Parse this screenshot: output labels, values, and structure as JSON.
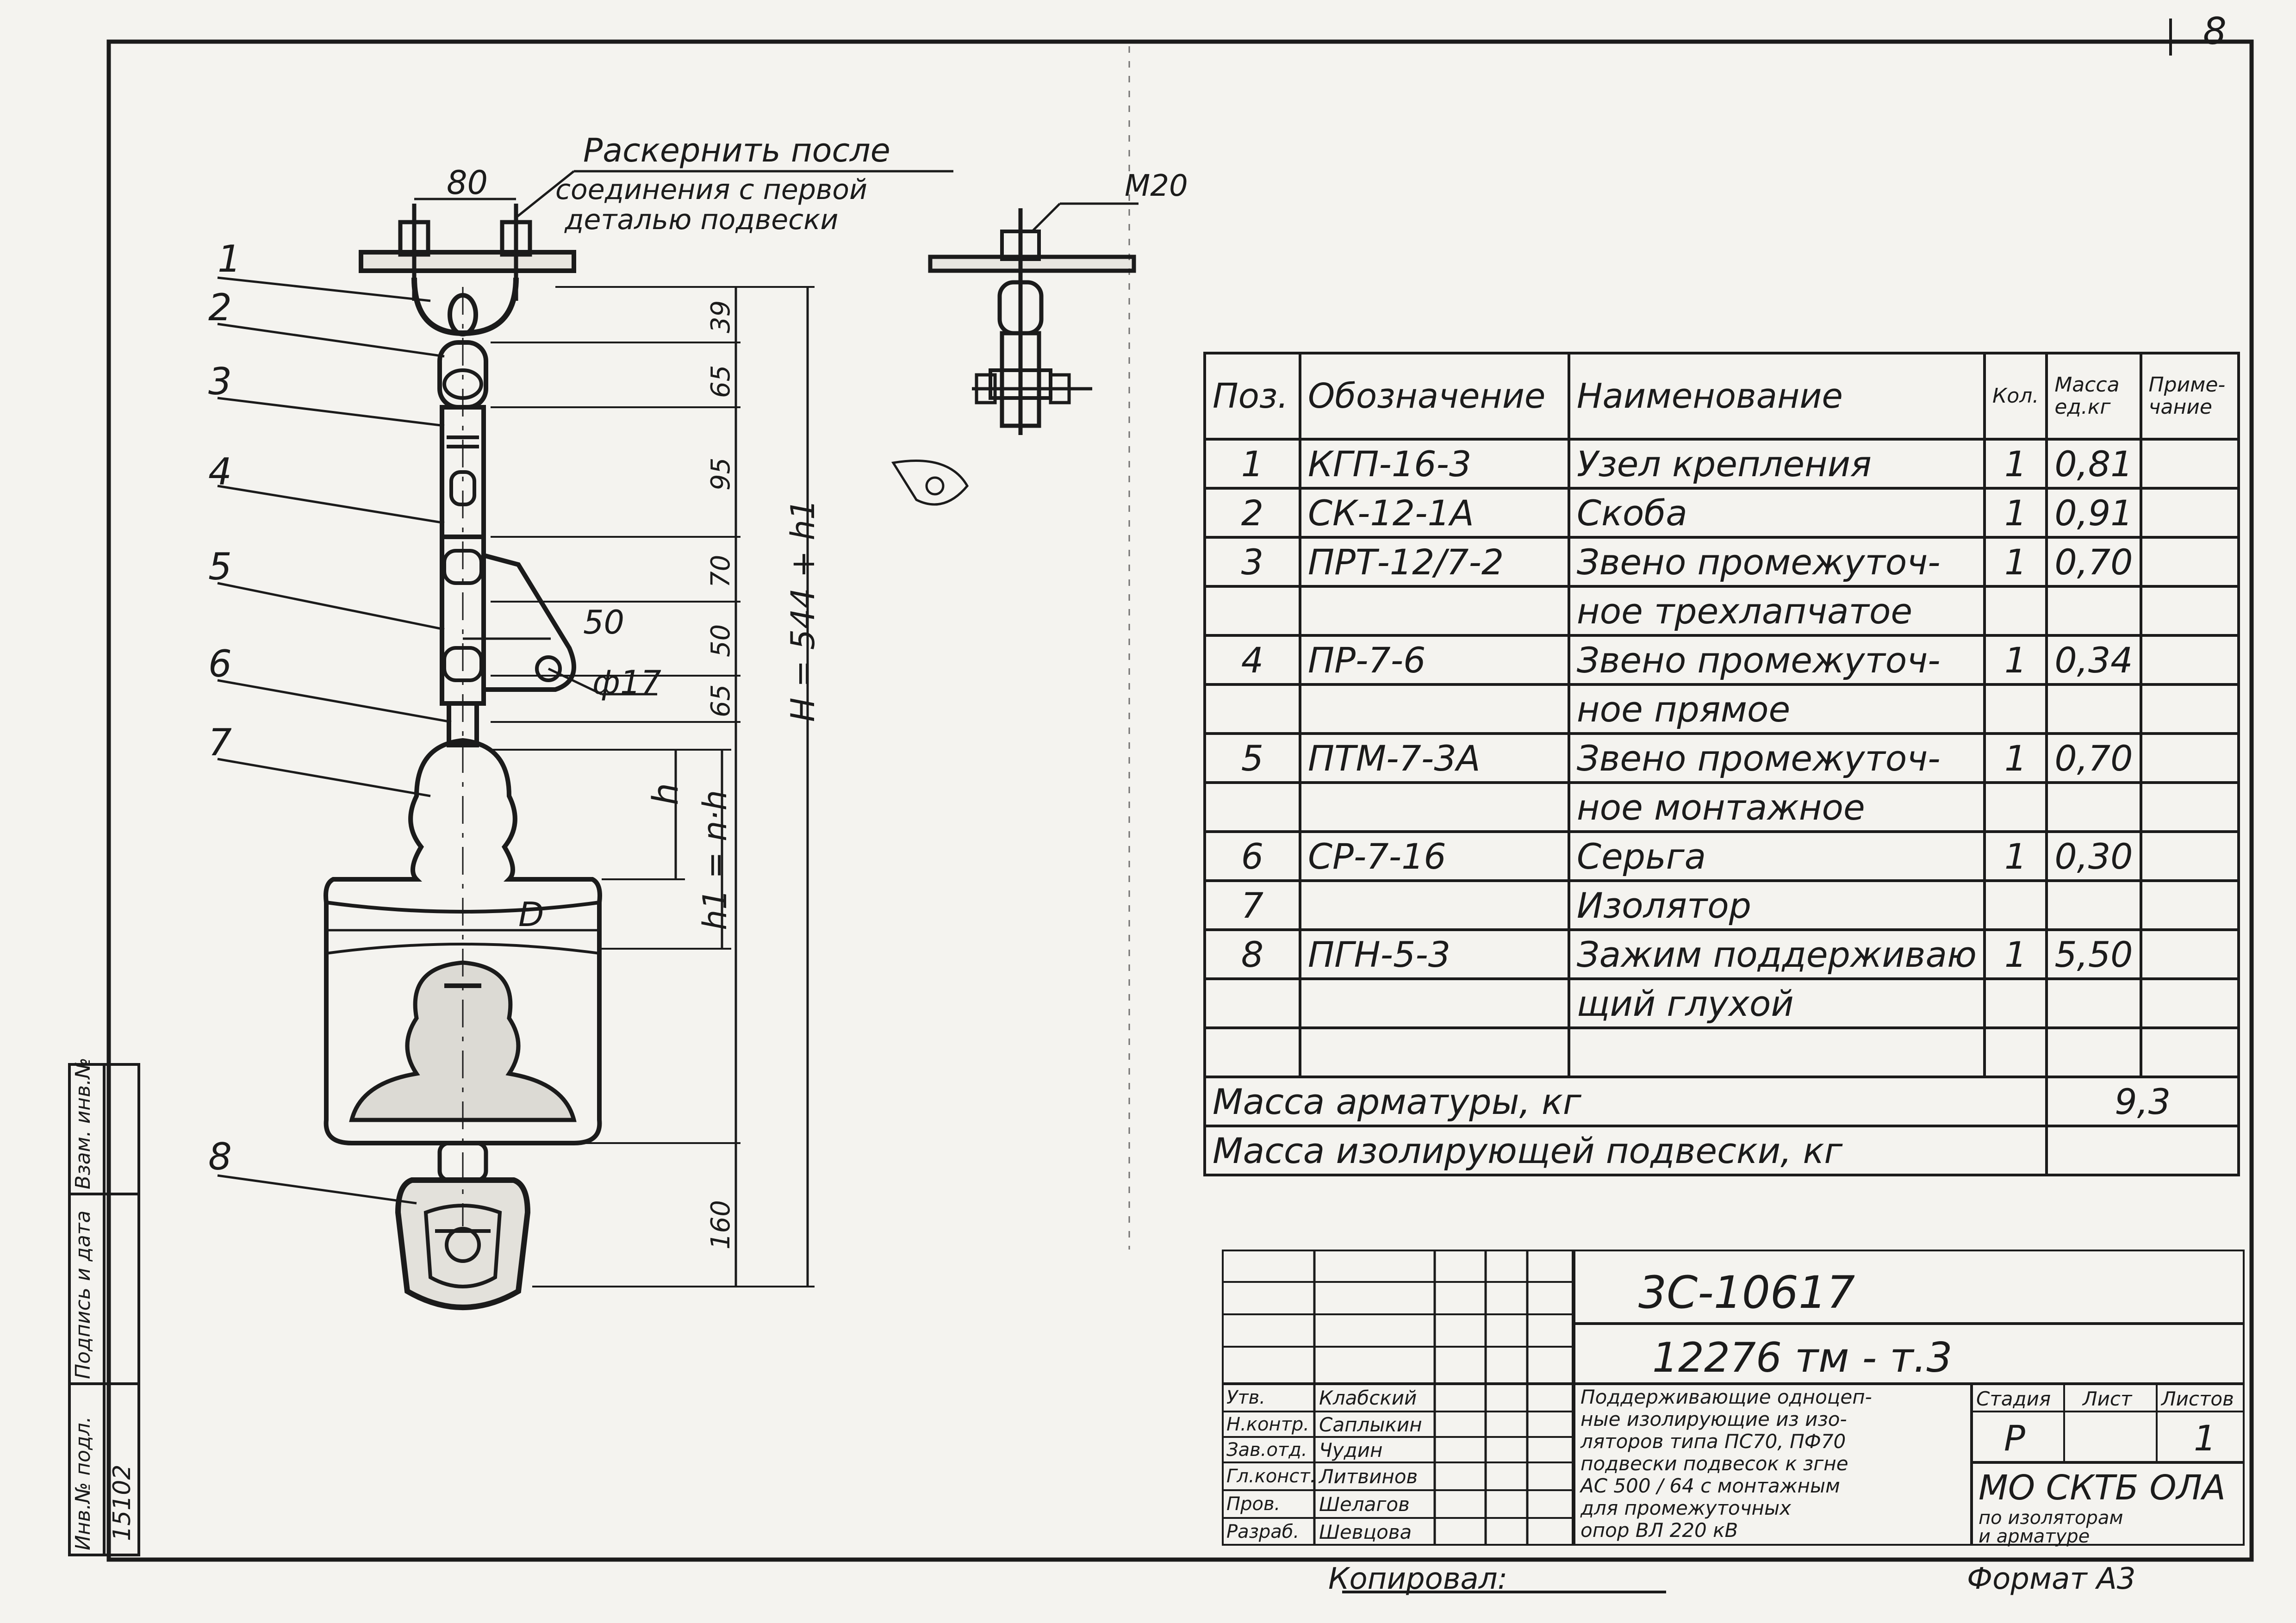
{
  "page_number": "8",
  "drawing": {
    "note": [
      "Раскернить после",
      "соединения с первой",
      "деталью подвески"
    ],
    "dimensions": {
      "top_width": "80",
      "bolt_size": "М20",
      "side_offset": "50",
      "hole_diameter": "ф17",
      "d_label": "D",
      "h_label": "h",
      "h1_label": "h1 = n·h",
      "total_height": "H = 544 + h1",
      "segments": [
        "39",
        "65",
        "95",
        "70",
        "50",
        "65",
        "160"
      ]
    },
    "position_labels": [
      "1",
      "2",
      "3",
      "4",
      "5",
      "6",
      "7",
      "8"
    ]
  },
  "spec_table": {
    "headers": [
      "Поз.",
      "Обозначение",
      "Наименование",
      "Кол.",
      "Масса ед.кг",
      "Приме-чание"
    ],
    "rows": [
      [
        "1",
        "КГП-16-3",
        "Узел крепления",
        "1",
        "0,81",
        ""
      ],
      [
        "2",
        "СК-12-1А",
        "Скоба",
        "1",
        "0,91",
        ""
      ],
      [
        "3",
        "ПРТ-12/7-2",
        "Звено промежуточ-",
        "1",
        "0,70",
        ""
      ],
      [
        "",
        "",
        "ное трехлапчатое",
        "",
        "",
        ""
      ],
      [
        "4",
        "ПР-7-6",
        "Звено промежуточ-",
        "1",
        "0,34",
        ""
      ],
      [
        "",
        "",
        "ное прямое",
        "",
        "",
        ""
      ],
      [
        "5",
        "ПТМ-7-3А",
        "Звено промежуточ-",
        "1",
        "0,70",
        ""
      ],
      [
        "",
        "",
        "ное монтажное",
        "",
        "",
        ""
      ],
      [
        "6",
        "СР-7-16",
        "Серьга",
        "1",
        "0,30",
        ""
      ],
      [
        "7",
        "",
        "Изолятор",
        "",
        "",
        ""
      ],
      [
        "8",
        "ПГН-5-3",
        "Зажим поддерживаю",
        "1",
        "5,50",
        ""
      ],
      [
        "",
        "",
        "щий глухой",
        "",
        "",
        ""
      ],
      [
        "",
        "",
        "",
        "",
        "",
        ""
      ]
    ],
    "mass_fittings_label": "Масса арматуры, кг",
    "mass_fittings_value": "9,3",
    "mass_insulating_label": "Масса изолирующей подвески, кг",
    "mass_insulating_value": ""
  },
  "title_block": {
    "doc_number": "3С-10617",
    "project_code": "12276 тм - т.3",
    "roles": [
      "Утв.",
      "Н.контр.",
      "Зав.отд.",
      "Гл.конст.",
      "Пров.",
      "Разраб."
    ],
    "names": [
      "Клабский",
      "Саплыкин",
      "Чудин",
      "Литвинов",
      "Шелагов",
      "Шевцова"
    ],
    "description": [
      "Поддерживающие одноцеп-",
      "ные изолирующие из изо-",
      "ляторов типа ПС70, ПФ70",
      "подвески  подвесок к згне",
      "АС 500 / 64 с монтажным",
      "для промежуточных",
      "опор ВЛ 220 кВ"
    ],
    "stage_header": "Стадия",
    "sheet_header": "Лист",
    "sheets_header": "Листов",
    "stage": "Р",
    "sheets": "1",
    "org": "МО СКТБ ОЛА",
    "org_sub": [
      "по изоляторам",
      "и арматуре"
    ],
    "copied_label": "Копировал:",
    "format_label": "Формат А3"
  },
  "margin_stamp": {
    "labels": [
      "Инв.№ подл.",
      "Подпись и дата",
      "Взам. инв.№"
    ],
    "inventory_number": "15102"
  }
}
